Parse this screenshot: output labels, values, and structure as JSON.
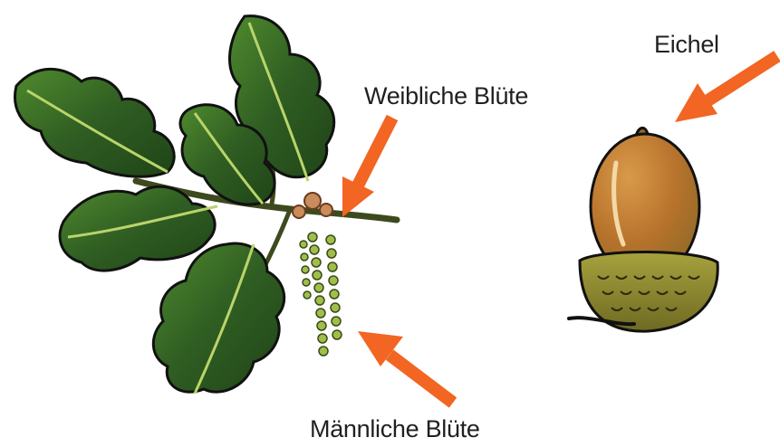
{
  "labels": {
    "eichel": "Eichel",
    "weibliche_bluete": "Weibliche Blüte",
    "maennliche_bluete": "Männliche Blüte"
  },
  "colors": {
    "arrow": "#f26522",
    "leaf_dark": "#2f5d22",
    "leaf_light": "#7fae3e",
    "acorn_nut": "#b8732c",
    "acorn_cup": "#8f8a30",
    "outline": "#111111"
  }
}
